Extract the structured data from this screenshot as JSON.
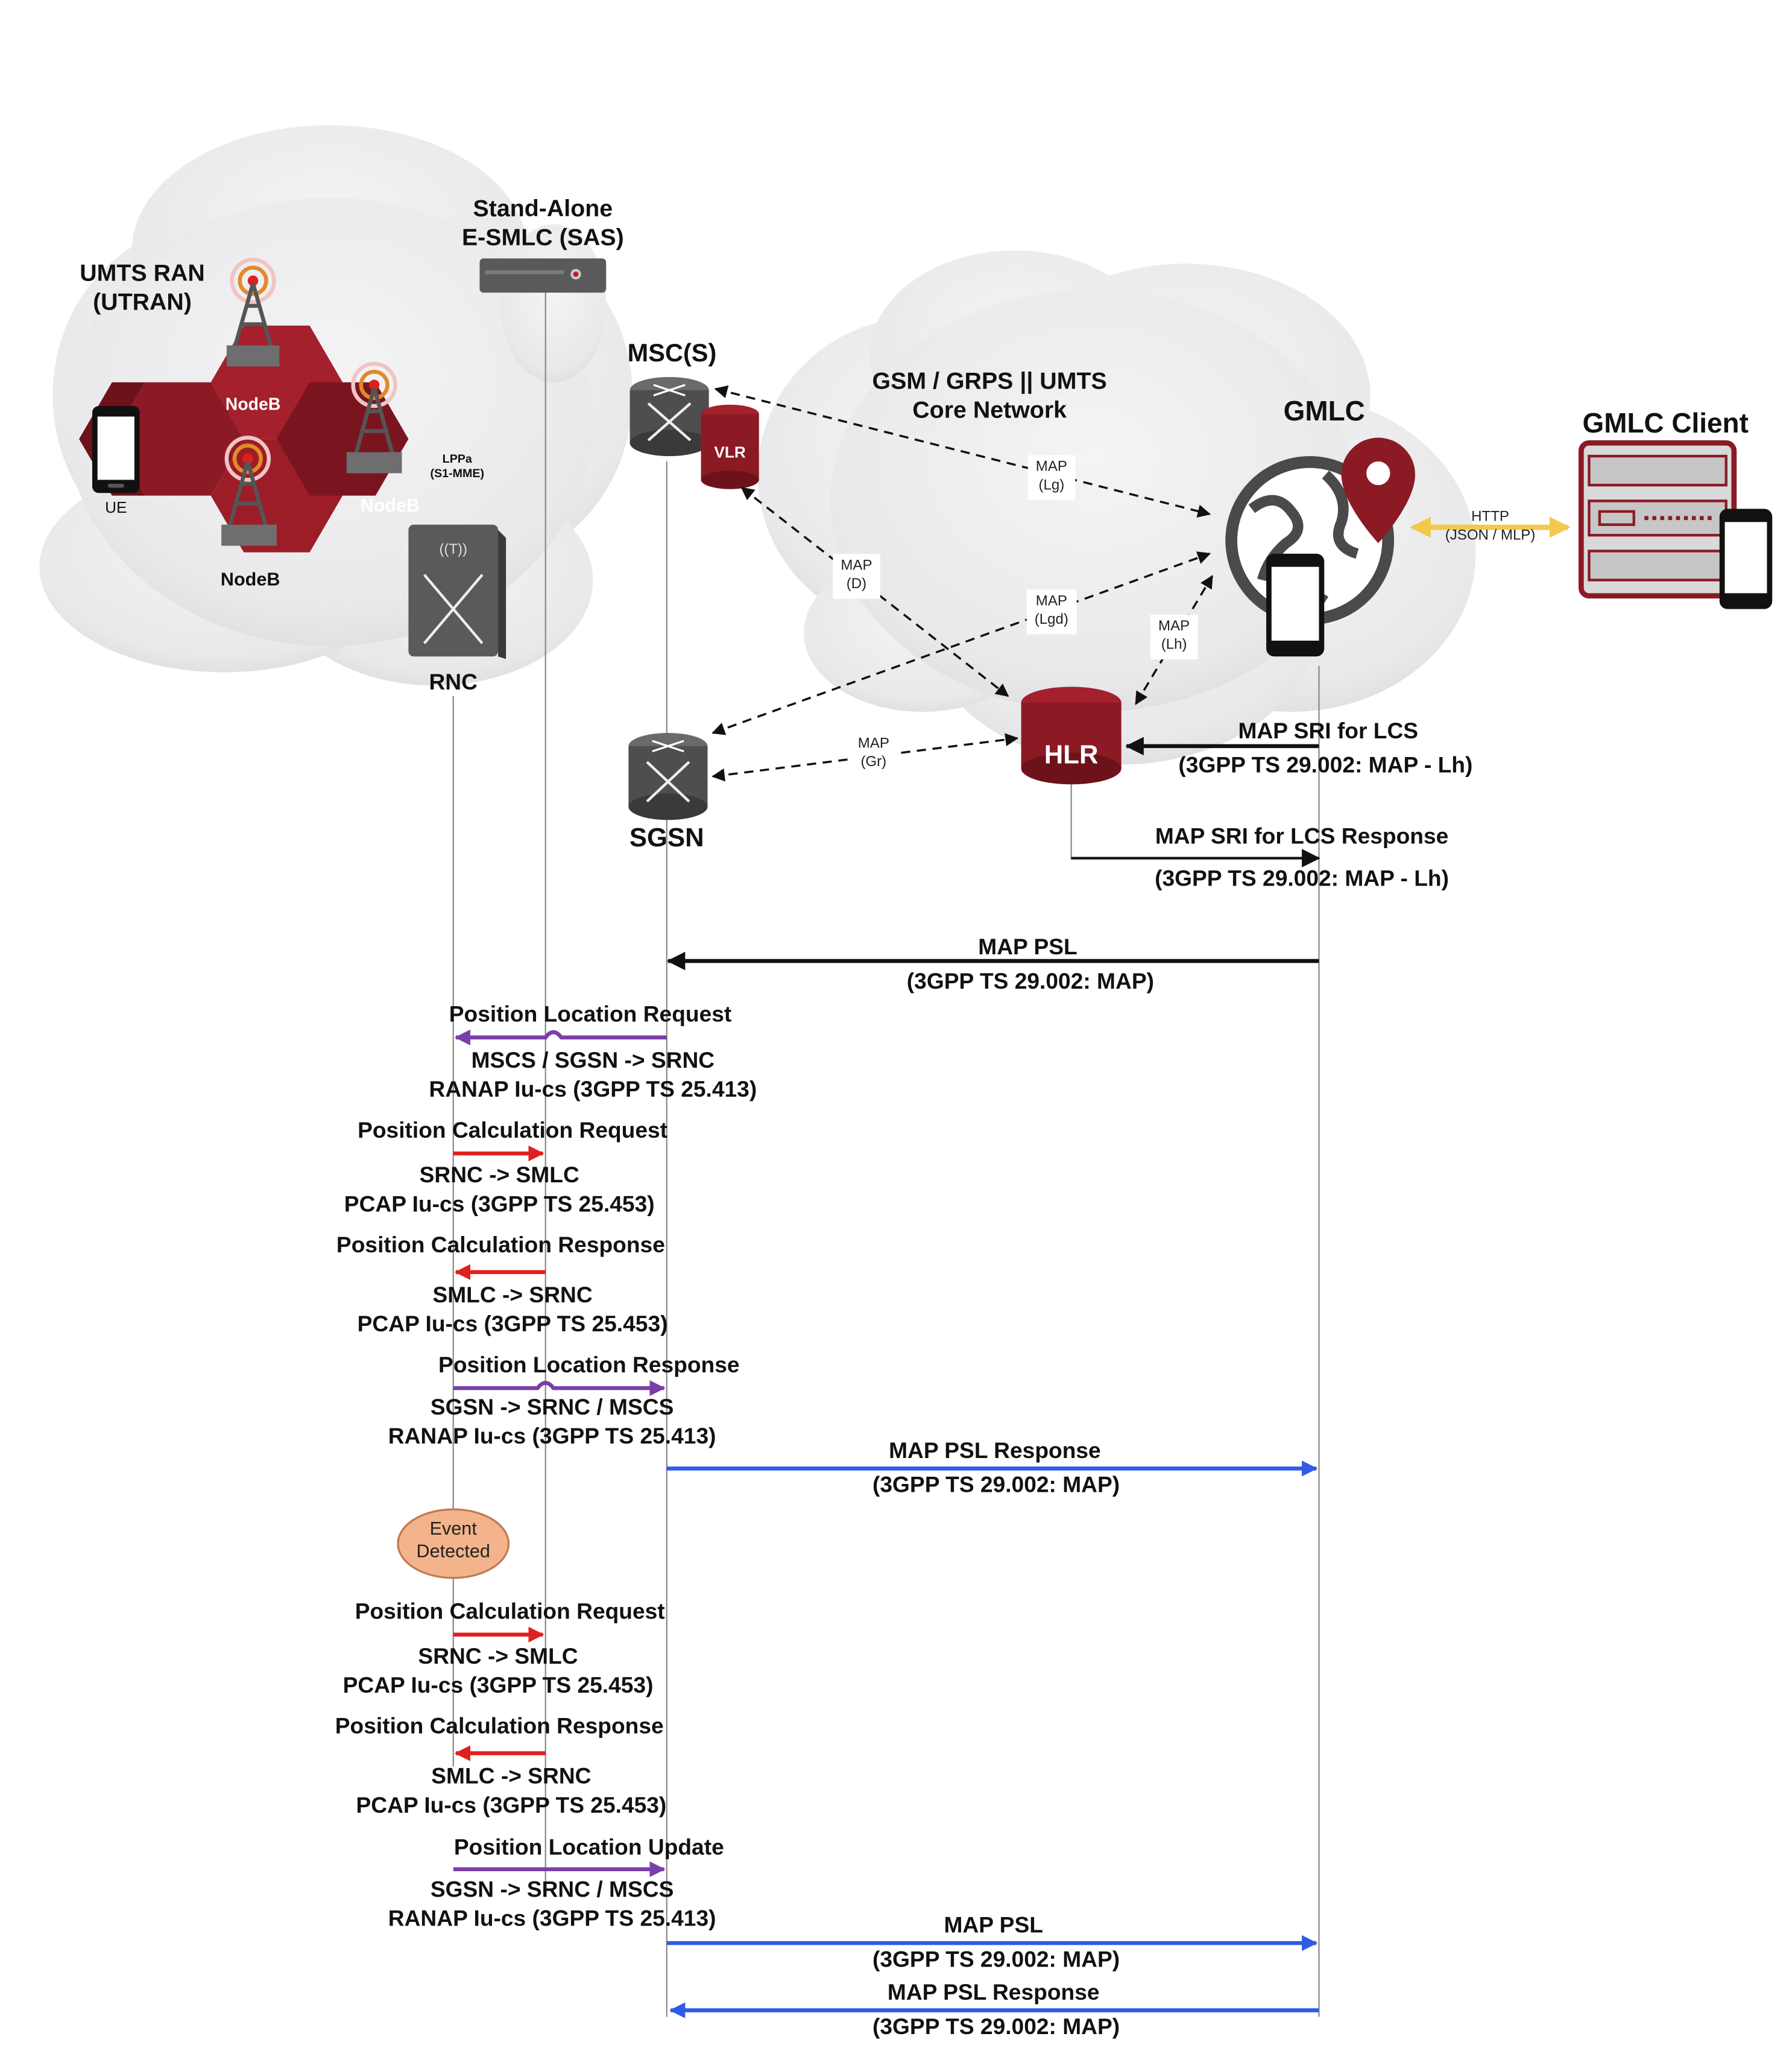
{
  "nodes": {
    "ran_title": "UMTS RAN\n(UTRAN)",
    "sas_title": "Stand-Alone\nE-SMLC (SAS)",
    "msc_title": "MSC(S)",
    "core_title": "GSM / GRPS || UMTS\nCore Network",
    "gmlc_title": "GMLC",
    "gmlc_client_title": "GMLC Client",
    "nodeb_1": "NodeB",
    "nodeb_2": "NodeB",
    "nodeb_3": "NodeB",
    "ue": "UE",
    "lppa": "LPPa\n(S1-MME)",
    "rnc": "RNC",
    "vlr": "VLR",
    "hlr": "HLR",
    "sgsn": "SGSN"
  },
  "interfaces": {
    "map_lg": "MAP\n(Lg)",
    "map_d": "MAP\n(D)",
    "map_lgd": "MAP\n(Lgd)",
    "map_lh": "MAP\n(Lh)",
    "map_gr": "MAP\n(Gr)",
    "http": "HTTP\n(JSON / MLP)"
  },
  "messages": [
    {
      "title": "MAP SRI for LCS",
      "sub": "(3GPP TS 29.002: MAP - Lh)"
    },
    {
      "title": "MAP SRI for LCS Response",
      "sub": "(3GPP TS 29.002: MAP - Lh)"
    },
    {
      "title": "MAP PSL",
      "sub": "(3GPP TS 29.002: MAP)"
    },
    {
      "title": "Position Location Request",
      "sub": "MSCS / SGSN -> SRNC\nRANAP Iu-cs (3GPP TS 25.413)"
    },
    {
      "title": "Position Calculation Request",
      "sub": "SRNC -> SMLC\nPCAP Iu-cs (3GPP TS 25.453)"
    },
    {
      "title": "Position Calculation Response",
      "sub": "SMLC -> SRNC\nPCAP Iu-cs (3GPP TS 25.453)"
    },
    {
      "title": "Position Location Response",
      "sub": "SGSN -> SRNC / MSCS\nRANAP Iu-cs (3GPP TS 25.413)"
    },
    {
      "title": "MAP PSL Response",
      "sub": "(3GPP TS 29.002: MAP)"
    },
    {
      "title": "Position Calculation Request",
      "sub": "SRNC -> SMLC\nPCAP Iu-cs (3GPP TS 25.453)"
    },
    {
      "title": "Position Calculation Response",
      "sub": "SMLC -> SRNC\nPCAP Iu-cs (3GPP TS 25.453)"
    },
    {
      "title": "Position Location Update",
      "sub": "SGSN -> SRNC / MSCS\nRANAP Iu-cs (3GPP TS 25.413)"
    },
    {
      "title": "MAP PSL",
      "sub": "(3GPP TS 29.002: MAP)"
    },
    {
      "title": "MAP PSL Response",
      "sub": "(3GPP TS 29.002: MAP)"
    }
  ],
  "event": "Event\nDetected",
  "colors": {
    "maroon": "#8b1a24",
    "purple": "#7a3fa6",
    "red": "#e0201e",
    "blue": "#2f5be8",
    "black": "#111111",
    "http_arrow": "#f2c94c",
    "cloud": "#ededee"
  }
}
